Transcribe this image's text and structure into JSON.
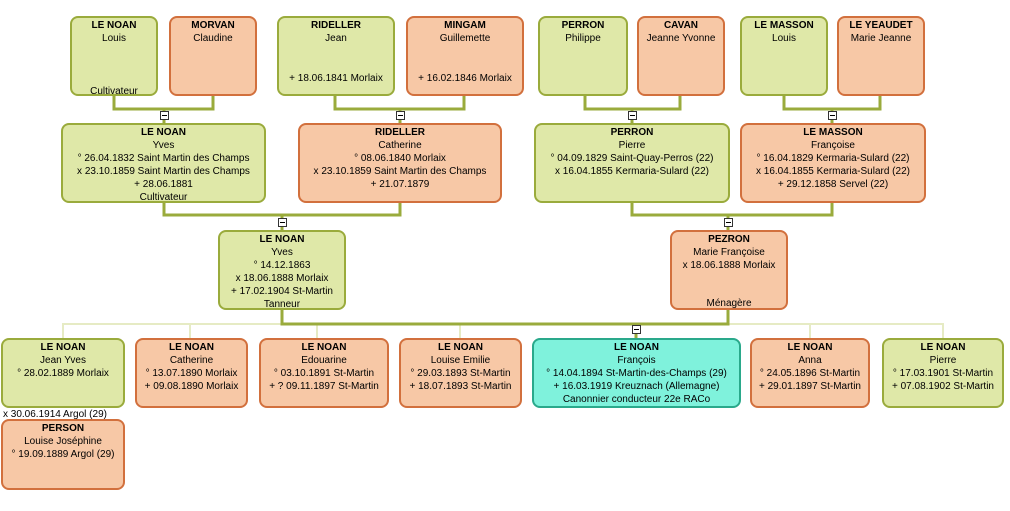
{
  "persons": {
    "louis_lenoan": {
      "surname": "LE NOAN",
      "given": "Louis",
      "lines": [],
      "occupation": "Cultivateur"
    },
    "claudine_morvan": {
      "surname": "MORVAN",
      "given": "Claudine",
      "lines": []
    },
    "jean_rideller": {
      "surname": "RIDELLER",
      "given": "Jean",
      "lines": [
        "+ 18.06.1841 Morlaix"
      ]
    },
    "guillemette_mingam": {
      "surname": "MINGAM",
      "given": "Guillemette",
      "lines": [
        "+ 16.02.1846 Morlaix"
      ]
    },
    "philippe_perron": {
      "surname": "PERRON",
      "given": "Philippe",
      "lines": []
    },
    "jeanne_cavan": {
      "surname": "CAVAN",
      "given": "Jeanne Yvonne",
      "lines": []
    },
    "louis_lemasson": {
      "surname": "LE MASSON",
      "given": "Louis",
      "lines": []
    },
    "marie_leyeaudet": {
      "surname": "LE YEAUDET",
      "given": "Marie Jeanne",
      "lines": []
    },
    "yves_lenoan_sr": {
      "surname": "LE NOAN",
      "given": "Yves",
      "lines": [
        "° 26.04.1832 Saint Martin des Champs",
        "x 23.10.1859 Saint Martin des Champs",
        "+ 28.06.1881",
        "Cultivateur"
      ]
    },
    "catherine_rideller": {
      "surname": "RIDELLER",
      "given": "Catherine",
      "lines": [
        "° 08.06.1840 Morlaix",
        "x 23.10.1859 Saint Martin des Champs",
        "+ 21.07.1879"
      ]
    },
    "pierre_perron": {
      "surname": "PERRON",
      "given": "Pierre",
      "lines": [
        "° 04.09.1829 Saint-Quay-Perros (22)",
        "x 16.04.1855 Kermaria-Sulard (22)"
      ]
    },
    "francoise_lemasson": {
      "surname": "LE MASSON",
      "given": "Françoise",
      "lines": [
        "° 16.04.1829 Kermaria-Sulard (22)",
        "x 16.04.1855 Kermaria-Sulard (22)",
        "+ 29.12.1858 Servel (22)"
      ]
    },
    "yves_lenoan": {
      "surname": "LE NOAN",
      "given": "Yves",
      "lines": [
        "° 14.12.1863",
        "x 18.06.1888 Morlaix",
        "+ 17.02.1904 St-Martin",
        "Tanneur"
      ]
    },
    "marie_pezron": {
      "surname": "PEZRON",
      "given": "Marie Françoise",
      "lines": [
        "",
        "x 18.06.1888 Morlaix"
      ],
      "occupation": "Ménagère"
    },
    "jean_yves": {
      "surname": "LE NOAN",
      "given": "Jean Yves",
      "lines": [
        "° 28.02.1889 Morlaix"
      ]
    },
    "catherine": {
      "surname": "LE NOAN",
      "given": "Catherine",
      "lines": [
        "° 13.07.1890 Morlaix",
        "+ 09.08.1890 Morlaix"
      ]
    },
    "edouarine": {
      "surname": "LE NOAN",
      "given": "Edouarine",
      "lines": [
        "° 03.10.1891 St-Martin",
        "+ ? 09.11.1897 St-Martin"
      ]
    },
    "louise_emilie": {
      "surname": "LE NOAN",
      "given": "Louise Emilie",
      "lines": [
        "° 29.03.1893 St-Martin",
        "+ 18.07.1893 St-Martin"
      ]
    },
    "francois": {
      "surname": "LE NOAN",
      "given": "François",
      "lines": [
        "° 14.04.1894 St-Martin-des-Champs (29)",
        "+ 16.03.1919 Kreuznach (Allemagne)"
      ],
      "occupation": "Canonnier conducteur 22e RACo"
    },
    "anna": {
      "surname": "LE NOAN",
      "given": "Anna",
      "lines": [
        "° 24.05.1896 St-Martin",
        "+ 29.01.1897 St-Martin"
      ]
    },
    "pierre": {
      "surname": "LE NOAN",
      "given": "Pierre",
      "lines": [
        "° 17.03.1901 St-Martin",
        "+ 07.08.1902 St-Martin"
      ]
    },
    "louise_person": {
      "surname": "PERSON",
      "given": "Louise Joséphine",
      "lines": [
        "° 19.09.1889 Argol (29)"
      ]
    }
  },
  "marriage_note": "x 30.06.1914 Argol (29)",
  "colors": {
    "male_fill": "#dfe8a8",
    "male_border": "#9aab3c",
    "female_fill": "#f7c8a6",
    "female_border": "#d2703d",
    "focus_fill": "#7ff2dc",
    "focus_border": "#2aa98b",
    "link_line": "#9aab3c",
    "sibling_line": "#e6ebc4"
  }
}
